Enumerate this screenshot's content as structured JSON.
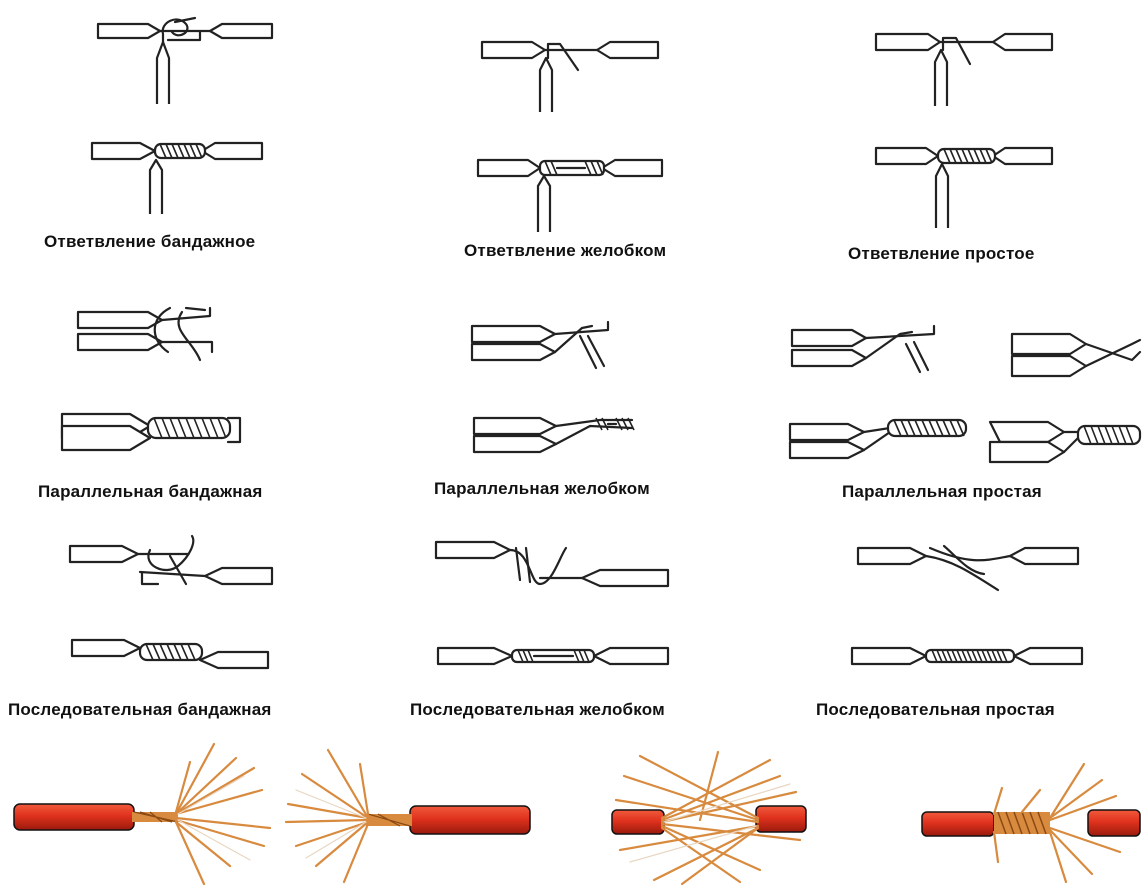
{
  "labels": {
    "branch_bandage": "Ответвление бандажное",
    "branch_groove": "Ответвление желобком",
    "branch_simple": "Ответвление простое",
    "parallel_bandage": "Параллельная бандажная",
    "parallel_groove": "Параллельная желобком",
    "parallel_simple": "Параллельная простая",
    "serial_bandage": "Последовательная бандажная",
    "serial_groove": "Последовательная желобком",
    "serial_simple": "Последовательная простая"
  },
  "colors": {
    "line": "#222222",
    "insulation": "#e0321e",
    "insulation_dark": "#a81e10",
    "copper": "#d88a3e",
    "copper_light": "#f0c07a"
  }
}
